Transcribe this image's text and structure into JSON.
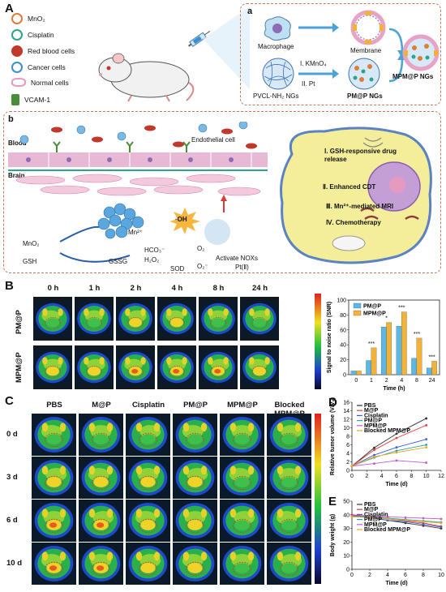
{
  "panels": {
    "A": "A",
    "a": "a",
    "b": "b",
    "B": "B",
    "C": "C",
    "D": "D",
    "E": "E"
  },
  "legend": [
    {
      "label": "MnO₂",
      "icon": "mno2-icon",
      "color": "#e07b39"
    },
    {
      "label": "Cisplatin",
      "icon": "cisplatin-icon",
      "color": "#2aa58c"
    },
    {
      "label": "Red blood cells",
      "icon": "red-blood-cell-icon",
      "color": "#c0392b"
    },
    {
      "label": "Cancer cells",
      "icon": "cancer-cell-icon",
      "color": "#3a8fd0"
    },
    {
      "label": "Normal cells",
      "icon": "normal-cell-icon",
      "color": "#e59ac0"
    },
    {
      "label": "VCAM-1",
      "icon": "vcam1-icon",
      "color": "#4a8c3a"
    }
  ],
  "schemeA": {
    "macrophage": "Macrophage",
    "membrane": "Membrane",
    "step1": "I. KMnO₄",
    "step2": "II. Pt",
    "pvcl": "PVCL-NH₂ NGs",
    "pmp": "PM@P NGs",
    "mpmp": "MPM@P NGs"
  },
  "schemeB": {
    "blood": "Blood",
    "endothelial": "Endothelial cell",
    "brain": "Brain",
    "mno2": "MnO₂",
    "mn2": "Mn²⁺",
    "oh": "·OH",
    "hco3": "HCO₃⁻",
    "h2o2": "H₂O₂",
    "o2a": "O₂",
    "o2b": "O₂⁻",
    "sod": "SOD",
    "gsh": "GSH",
    "gssg": "GSSG",
    "nox": "Activate NOXs",
    "pt": "Pt(Ⅱ)",
    "cell_items": [
      "Ⅰ. GSH-responsive drug release",
      "Ⅱ. Enhanced CDT",
      "Ⅲ. Mn²⁺-mediated MRI",
      "Ⅳ. Chemotherapy"
    ]
  },
  "panelB": {
    "times": [
      "0 h",
      "1 h",
      "2 h",
      "4 h",
      "8 h",
      "24 h"
    ],
    "rows": [
      "PM@P",
      "MPM@P"
    ]
  },
  "panelC": {
    "groups": [
      "PBS",
      "M@P",
      "Cisplatin",
      "PM@P",
      "MPM@P",
      "Blocked MPM@P"
    ],
    "days": [
      "0 d",
      "3 d",
      "6 d",
      "10 d"
    ]
  },
  "chart_data": [
    {
      "type": "bar",
      "panel": "B",
      "categories": [
        "0",
        "1",
        "2",
        "4",
        "8",
        "24"
      ],
      "series": [
        {
          "name": "PM@P",
          "values": [
            5,
            19,
            64,
            65,
            22,
            9
          ],
          "color": "#5ab7e6"
        },
        {
          "name": "MPM@P",
          "values": [
            5,
            36,
            70,
            84,
            49,
            18
          ],
          "color": "#f2b237"
        }
      ],
      "xlabel": "Time (h)",
      "ylabel": "Signal to noise ratio (SNR)",
      "ylim": [
        0,
        100
      ],
      "yticks": [
        0,
        20,
        40,
        60,
        80,
        100
      ],
      "significance": [
        "",
        "***",
        "*",
        "***",
        "***",
        "***"
      ]
    },
    {
      "type": "line",
      "panel": "D",
      "x": [
        0,
        3,
        6,
        10
      ],
      "series": [
        {
          "name": "PBS",
          "values": [
            1,
            5.3,
            8.6,
            12.2
          ],
          "color": "#333333"
        },
        {
          "name": "M@P",
          "values": [
            1,
            4.8,
            7.6,
            10.6
          ],
          "color": "#e03c3c"
        },
        {
          "name": "Cisplatin",
          "values": [
            1,
            3.6,
            5.4,
            7.3
          ],
          "color": "#3d5bd9"
        },
        {
          "name": "PM@P",
          "values": [
            1,
            3.0,
            4.6,
            6.0
          ],
          "color": "#2aa58c"
        },
        {
          "name": "MPM@P",
          "values": [
            1,
            1.6,
            2.3,
            1.8
          ],
          "color": "#c05ad4"
        },
        {
          "name": "Blocked MPM@P",
          "values": [
            1,
            3.2,
            4.2,
            5.4
          ],
          "color": "#e8a81e"
        }
      ],
      "xlabel": "Time (d)",
      "ylabel": "Relative tumor volume (V/V₀)",
      "xlim": [
        0,
        12
      ],
      "ylim": [
        0,
        16
      ],
      "xticks": [
        0,
        2,
        4,
        6,
        8,
        10,
        12
      ],
      "yticks": [
        0,
        2,
        4,
        6,
        8,
        10,
        12,
        14,
        16
      ]
    },
    {
      "type": "line",
      "panel": "E",
      "x": [
        0,
        2,
        4,
        6,
        8,
        10
      ],
      "series": [
        {
          "name": "PBS",
          "values": [
            40,
            38,
            36,
            34,
            32,
            30
          ],
          "color": "#333333"
        },
        {
          "name": "M@P",
          "values": [
            40,
            39,
            37,
            35.5,
            34,
            31.5
          ],
          "color": "#e03c3c"
        },
        {
          "name": "Cisplatin",
          "values": [
            39.5,
            38,
            36,
            35,
            33,
            31
          ],
          "color": "#3d5bd9"
        },
        {
          "name": "PM@P",
          "values": [
            39,
            38.5,
            37.5,
            36.5,
            35.5,
            34.5
          ],
          "color": "#2aa58c"
        },
        {
          "name": "MPM@P",
          "values": [
            39.5,
            39,
            38.5,
            38,
            37.5,
            37
          ],
          "color": "#c05ad4"
        },
        {
          "name": "Blocked MPM@P",
          "values": [
            38.5,
            38,
            37,
            36,
            35,
            34
          ],
          "color": "#e8a81e"
        }
      ],
      "xlabel": "Time (d)",
      "ylabel": "Body weight (g)",
      "xlim": [
        0,
        10
      ],
      "ylim": [
        0,
        50
      ],
      "xticks": [
        0,
        2,
        4,
        6,
        8,
        10
      ],
      "yticks": [
        0,
        10,
        20,
        30,
        40,
        50
      ]
    }
  ]
}
